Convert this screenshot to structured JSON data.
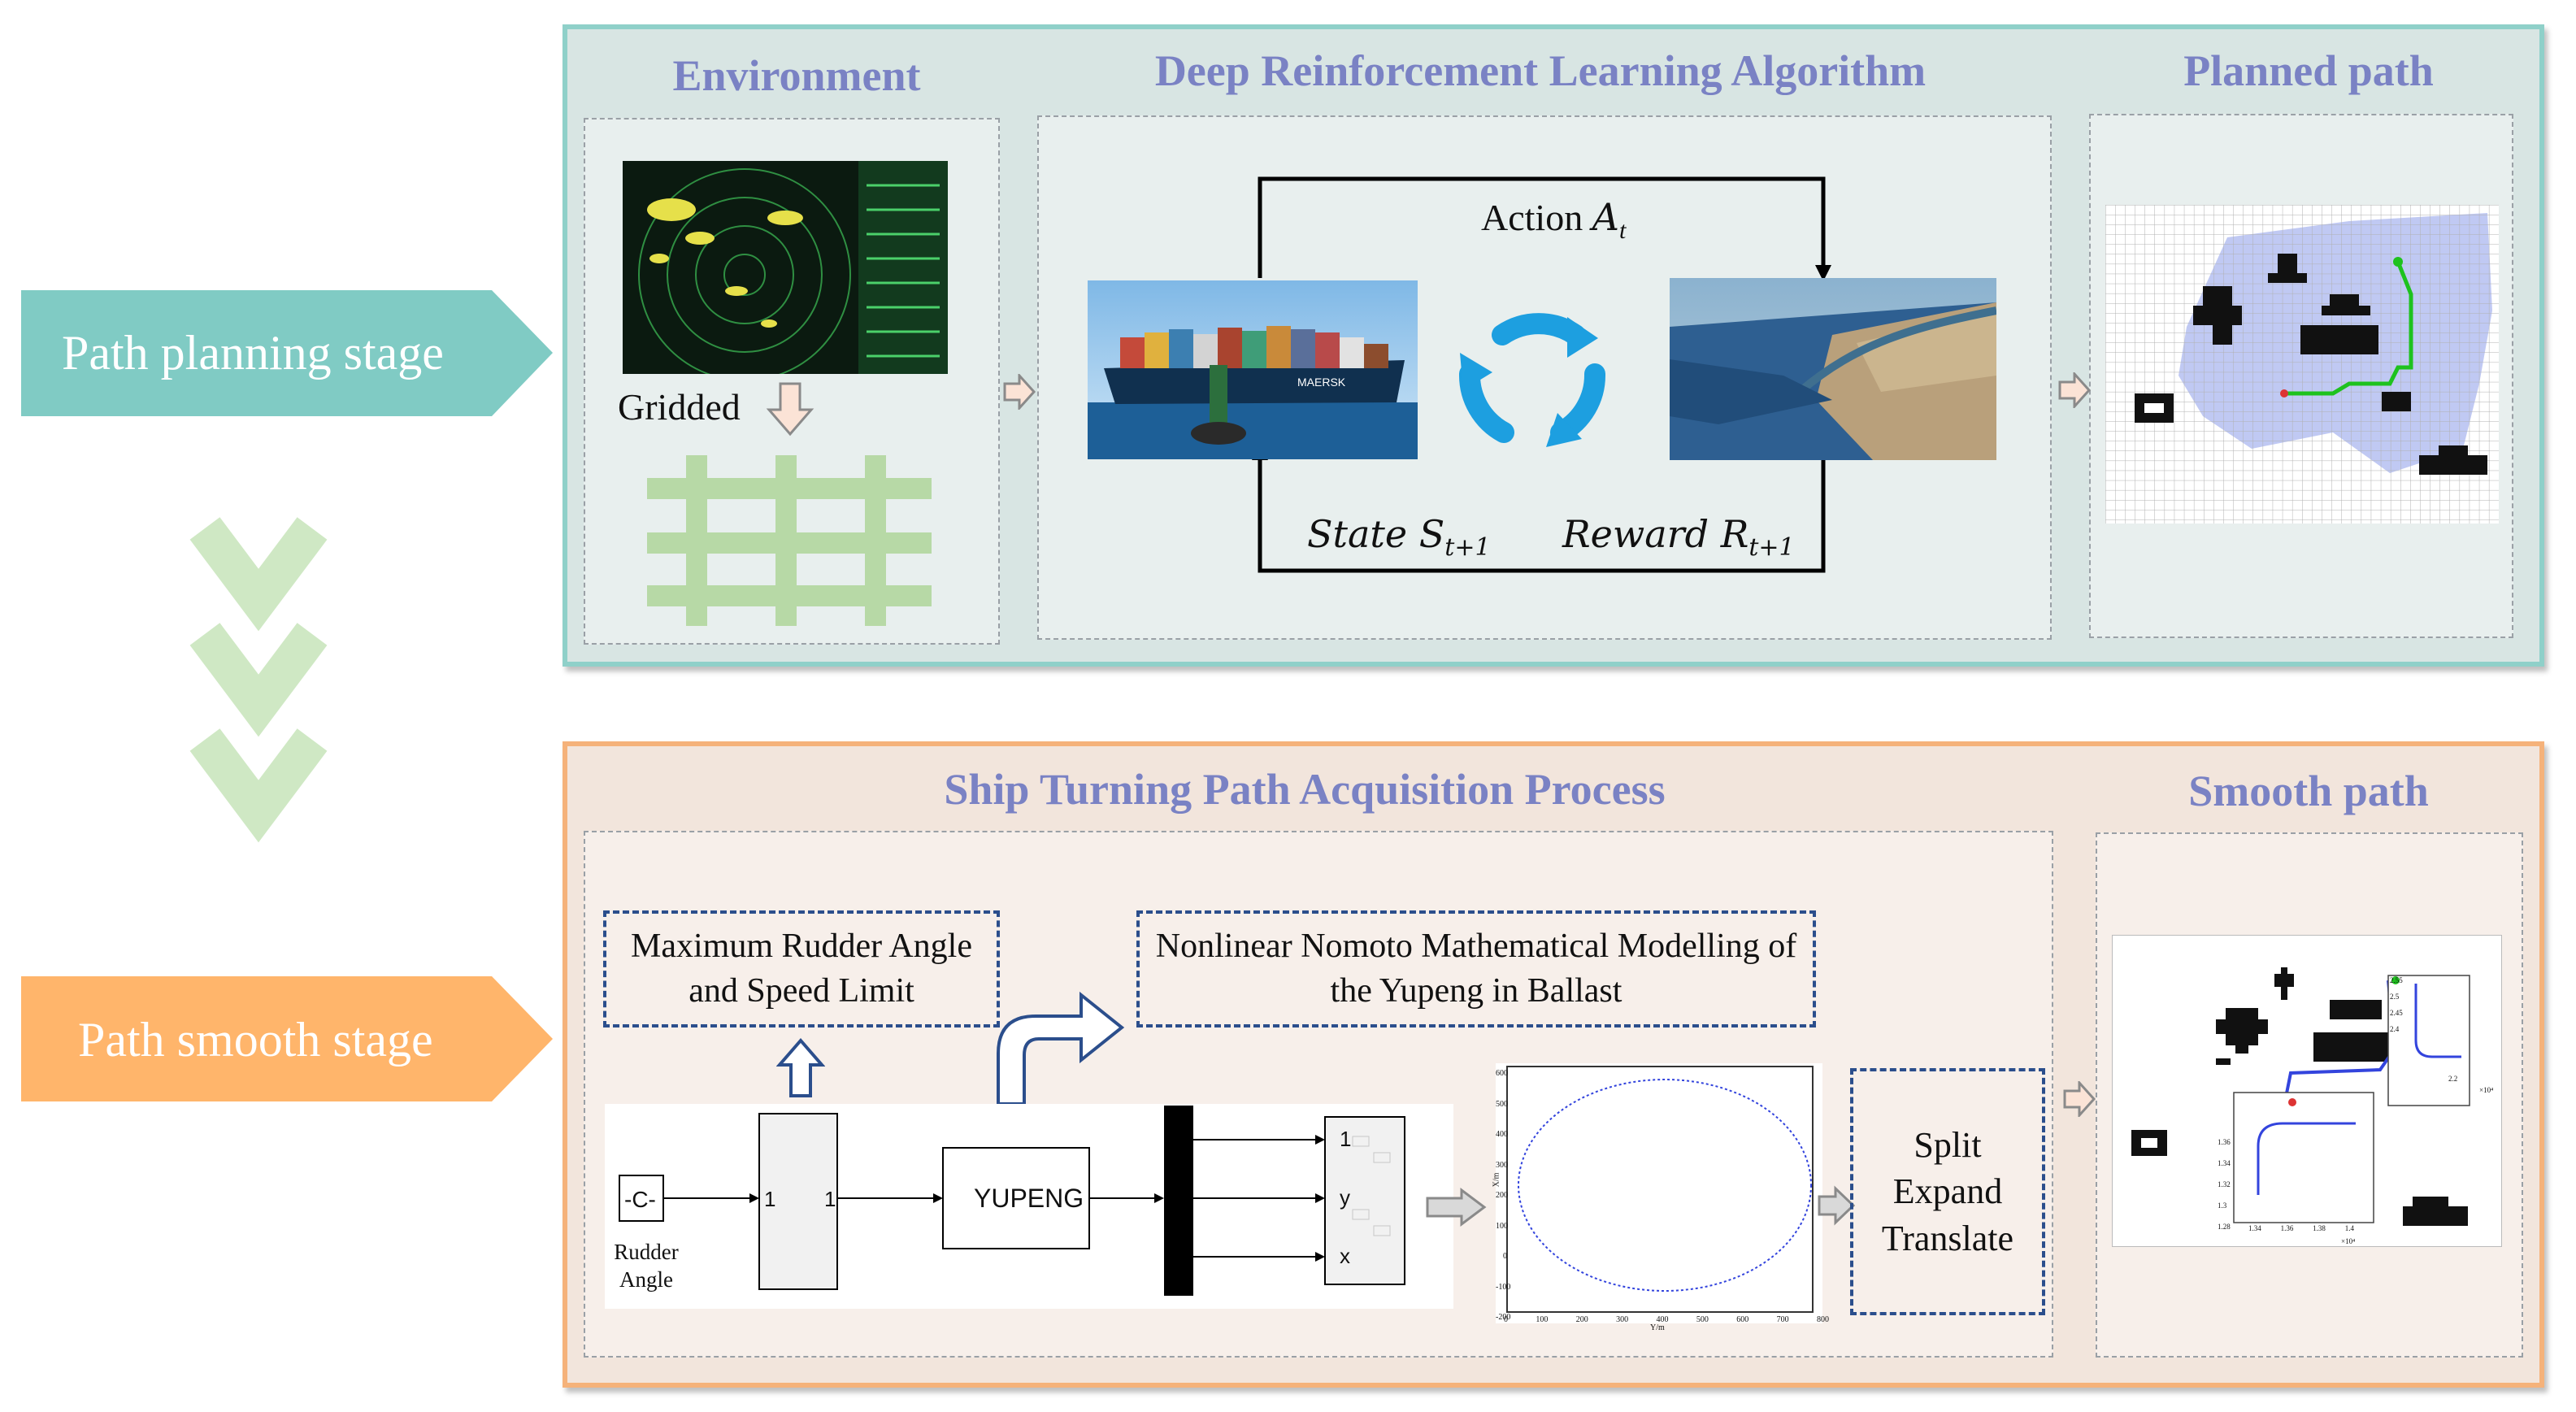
{
  "stages": {
    "planning": "Path planning stage",
    "smooth": "Path smooth stage"
  },
  "top": {
    "environment": {
      "title": "Environment",
      "gridded": "Gridded"
    },
    "drl": {
      "title": "Deep Reinforcement Learning Algorithm",
      "action": "Action",
      "action_sym": "A",
      "action_sub": "t",
      "state": "State",
      "state_sym": "S",
      "state_sub": "t+1",
      "reward": "Reward",
      "reward_sym": "R",
      "reward_sub": "t+1",
      "ship_text": "MAERSK"
    },
    "planned": {
      "title": "Planned path"
    }
  },
  "bottom": {
    "process": {
      "title": "Ship Turning Path Acquisition Process",
      "limit_box": "Maximum Rudder Angle and Speed Limit",
      "model_box": "Nonlinear Nomoto Mathematical Modelling of the Yupeng in Ballast",
      "split_box": [
        "Split",
        "Expand",
        "Translate"
      ],
      "sim": {
        "const_block": "-C-",
        "const_label": "Rudder Angle",
        "sat_in": "1",
        "sat_out": "1",
        "ship_block": "YUPENG",
        "scope_1": "1",
        "scope_y": "y",
        "scope_x": "x"
      },
      "plot": {
        "yticks": [
          "600",
          "500",
          "400",
          "300",
          "200",
          "100",
          "0",
          "-100",
          "-200"
        ],
        "xticks": [
          "0",
          "100",
          "200",
          "300",
          "400",
          "500",
          "600",
          "700",
          "800"
        ],
        "xlabel": "Y/m",
        "ylabel": "X/m"
      }
    },
    "smooth": {
      "title": "Smooth path",
      "inset1_ticks": [
        "2.55",
        "2.5",
        "2.45",
        "2.4"
      ],
      "inset1_xtick": "2.2",
      "inset2_ticks": [
        "1.36",
        "1.34",
        "1.32",
        "1.3",
        "1.28"
      ],
      "inset2_xticks": [
        "1.34",
        "1.36",
        "1.38",
        "1.4"
      ],
      "exp": "×10⁴"
    }
  },
  "colors": {
    "teal": "#80cbc4",
    "orange": "#ffb56b",
    "title_purple": "#7a82c4",
    "dark_blue": "#2b4e8c",
    "light_green": "#b7d9a6"
  }
}
